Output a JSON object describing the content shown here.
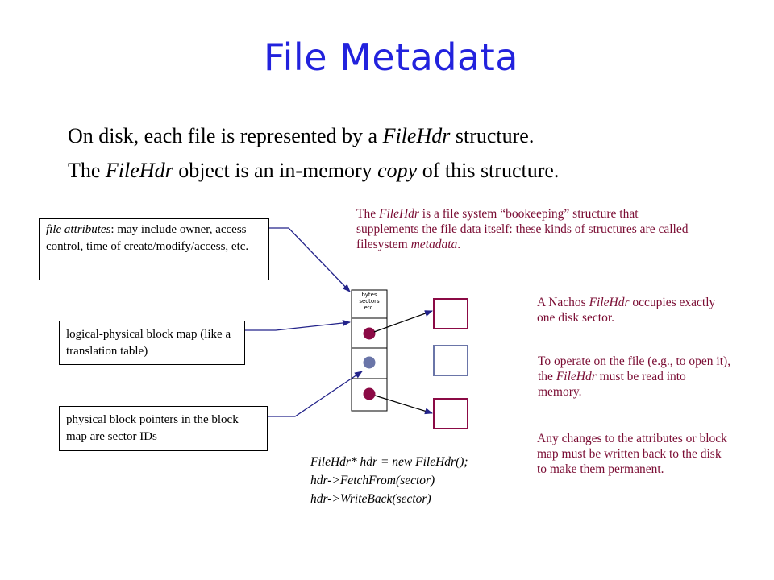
{
  "slide": {
    "title": "File Metadata",
    "bullets": [
      [
        {
          "text": "On disk, each file is represented by a "
        },
        {
          "text": "FileHdr",
          "italic": true
        },
        {
          "text": " structure."
        }
      ],
      [
        {
          "text": "The "
        },
        {
          "text": "FileHdr",
          "italic": true
        },
        {
          "text": " object is an in-memory "
        },
        {
          "text": "copy",
          "italic": true
        },
        {
          "text": " of this structure."
        }
      ]
    ]
  },
  "notes": {
    "bookkeeping": [
      {
        "text": "The "
      },
      {
        "text": "FileHdr",
        "italic": true
      },
      {
        "text": " is a file system “bookeeping” structure that supplements the file data itself: these kinds of structures are called filesystem "
      },
      {
        "text": "metadata",
        "italic": true
      },
      {
        "text": "."
      }
    ],
    "sector": [
      {
        "text": "A Nachos "
      },
      {
        "text": "FileHdr",
        "italic": true
      },
      {
        "text": " occupies exactly one disk sector."
      }
    ],
    "read": [
      {
        "text": "To operate on the file (e.g., to open it), the "
      },
      {
        "text": "FileHdr",
        "italic": true
      },
      {
        "text": " must be read into memory."
      }
    ],
    "changes": [
      {
        "text": "Any changes to the attributes or block map must be written back to the disk to make them permanent."
      }
    ]
  },
  "labels": {
    "attributes": [
      {
        "text": "file attributes",
        "italic": true
      },
      {
        "text": ": may include owner, access control, time of create/modify/access, etc."
      }
    ],
    "blockmap": [
      {
        "text": "logical-physical block map (like a translation table)"
      }
    ],
    "pointers": [
      {
        "text": "physical block pointers in the block map are sector IDs"
      }
    ]
  },
  "diagram": {
    "header_cell_lines": [
      "bytes",
      "sectors",
      "etc."
    ],
    "pointer_colors": [
      "#8b0a45",
      "#6a75a8",
      "#8b0a45"
    ],
    "sector_box_colors": [
      "#8b0a45",
      "#6a75a8",
      "#8b0a45"
    ],
    "arrow_color": "#23238a"
  },
  "code": {
    "line1": "FileHdr* hdr = new FileHdr();",
    "line2": "hdr->FetchFrom(sector)",
    "line3": "hdr->WriteBack(sector)"
  }
}
